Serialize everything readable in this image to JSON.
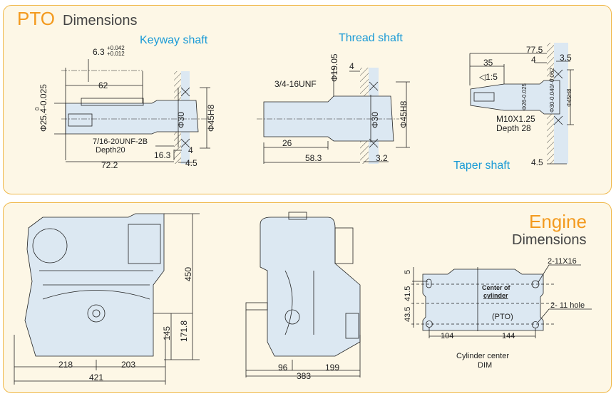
{
  "pto": {
    "title_main": "PTO",
    "title_sub": "Dimensions",
    "keyway": {
      "label": "Keyway shaft",
      "dims": {
        "key_width": "6.3",
        "tol_upper": "+0.042",
        "tol_lower": "+0.012",
        "length_62": "62",
        "dia": "Φ25.4-0.025",
        "dia_zero": "0",
        "thread": "7/16-20UNF-2B",
        "depth": "Depth20",
        "total": "72.2",
        "d16": "16.3",
        "d4": "4",
        "d45": "4.5",
        "phi30": "Φ30",
        "phi45": "Φ45H8"
      }
    },
    "thread": {
      "label": "Thread shaft",
      "dims": {
        "thread": "3/4-16UNF",
        "phi19": "Φ19.05",
        "d4": "4",
        "phi30": "Φ30",
        "phi45": "Φ45H8",
        "d26": "26",
        "d58": "58.3",
        "d32": "3.2"
      }
    },
    "taper": {
      "label": "Taper shaft",
      "dims": {
        "d775": "77.5",
        "d35": "35",
        "d4": "4",
        "d35b": "3.5",
        "taper": "◁1:5",
        "phi26": "Φ26-0.025",
        "phi30": "Φ30-0.040/-0.062",
        "phi45": "Φ45H8",
        "thread": "M10X1.25",
        "depth": "Depth 28",
        "d45": "4.5"
      }
    }
  },
  "engine": {
    "title_main": "Engine",
    "title_sub": "Dimensions",
    "front": {
      "h450": "450",
      "h171": "171.8",
      "h145": "145",
      "w218": "218",
      "w203": "203",
      "w421": "421"
    },
    "side": {
      "w96": "96",
      "w199": "199",
      "w383": "383"
    },
    "base": {
      "d5": "5",
      "d415": "41.5",
      "d435": "43.5",
      "w104": "104",
      "w144": "144",
      "slot": "2-11X16",
      "hole": "2-  11 hole",
      "center": "Center of",
      "center2": "cylinder",
      "pto": "(PTO)",
      "caption1": "Cylinder center",
      "caption2": "DIM"
    }
  },
  "colors": {
    "accent": "#f39a1e",
    "title_blue": "#1a9ad6",
    "panel_border": "#f0b84a",
    "panel_bg": "#fdf7e6",
    "part_fill": "#dce8f2"
  }
}
